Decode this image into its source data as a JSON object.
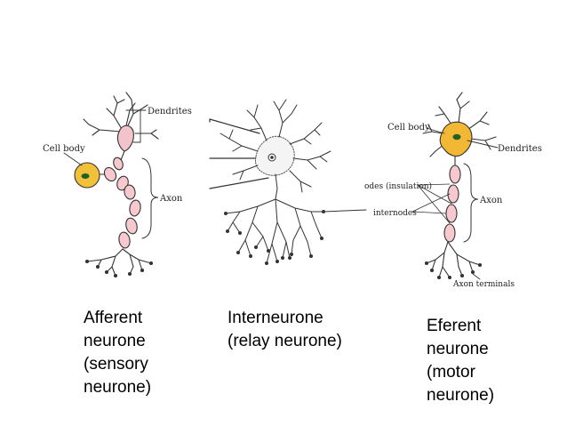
{
  "colors": {
    "cell_body_sensory": "#f2c13a",
    "cell_body_motor": "#f2b833",
    "nucleus": "#1f5f2a",
    "myelin": "#f7c9cf",
    "dendrite_body_pink": "#f3c3cb",
    "stroke": "#333333"
  },
  "afferent": {
    "labels": {
      "dendrites": "Dendrites",
      "cell_body": "Cell body",
      "axon": "Axon"
    },
    "caption": [
      "Afferent",
      "neurone",
      "(sensory",
      "neurone)"
    ]
  },
  "interneurone": {
    "caption": [
      "Interneurone",
      "(relay neurone)"
    ]
  },
  "efferent": {
    "labels": {
      "cell_body": "Cell body",
      "dendrites": "Dendrites",
      "nodes": "odes (insulation)",
      "internodes": "internodes",
      "axon": "Axon",
      "axon_terminals": "Axon terminals"
    },
    "caption": [
      "Eferent",
      "neurone",
      "(motor",
      "neurone)"
    ]
  }
}
